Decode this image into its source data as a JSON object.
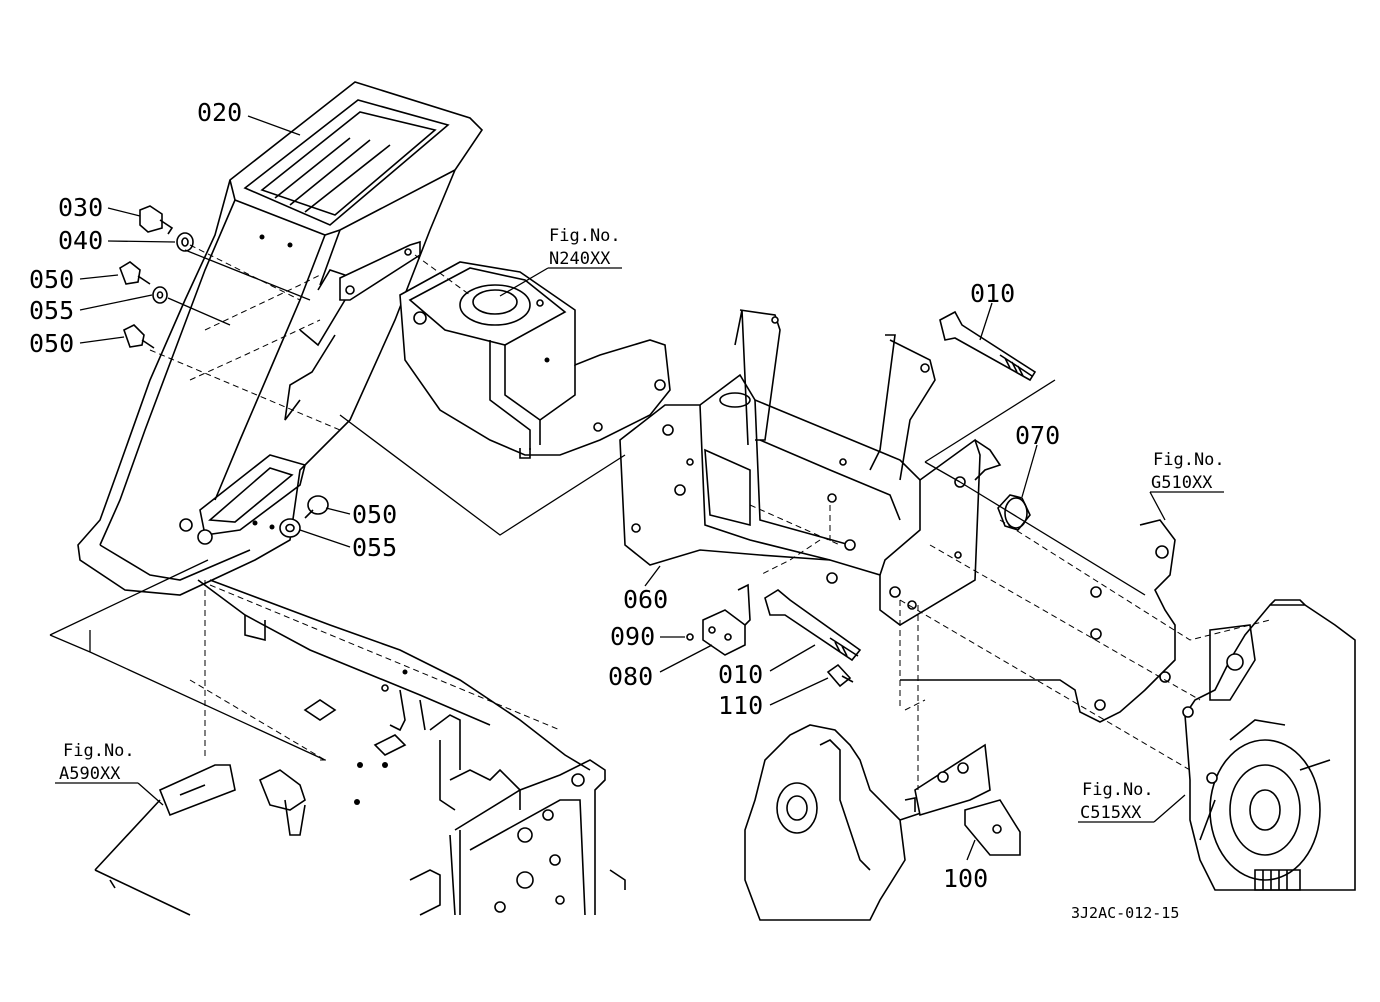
{
  "part_labels": [
    {
      "id": "p020",
      "text": "020"
    },
    {
      "id": "p030",
      "text": "030"
    },
    {
      "id": "p040",
      "text": "040"
    },
    {
      "id": "p050a",
      "text": "050"
    },
    {
      "id": "p055a",
      "text": "055"
    },
    {
      "id": "p050b",
      "text": "050"
    },
    {
      "id": "p050c",
      "text": "050"
    },
    {
      "id": "p055b",
      "text": "055"
    },
    {
      "id": "p010a",
      "text": "010"
    },
    {
      "id": "p070",
      "text": "070"
    },
    {
      "id": "p060",
      "text": "060"
    },
    {
      "id": "p090",
      "text": "090"
    },
    {
      "id": "p080",
      "text": "080"
    },
    {
      "id": "p010b",
      "text": "010"
    },
    {
      "id": "p110",
      "text": "110"
    },
    {
      "id": "p100",
      "text": "100"
    }
  ],
  "figure_refs": [
    {
      "id": "n240",
      "caption": "Fig.No.",
      "code": "N240XX"
    },
    {
      "id": "g510",
      "caption": "Fig.No.",
      "code": "G510XX"
    },
    {
      "id": "a590",
      "caption": "Fig.No.",
      "code": "A590XX"
    },
    {
      "id": "c515",
      "caption": "Fig.No.",
      "code": "C515XX"
    }
  ],
  "drawing_code": "3J2AC-012-15"
}
